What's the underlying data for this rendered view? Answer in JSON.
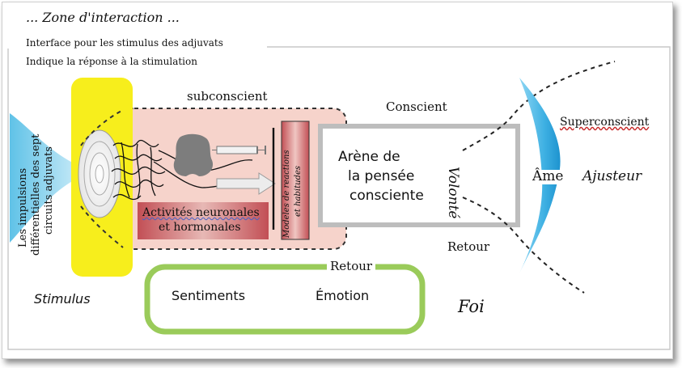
{
  "zone": {
    "title": "... Zone d'interaction ...",
    "line1": "Interface pour les stimulus des adjuvats",
    "line2": "Indique la réponse à la stimulation"
  },
  "labels": {
    "subconscient": "subconscient",
    "conscient": "Conscient",
    "superconscient": "Superconscient",
    "arene_line1": "Arène de",
    "arene_line2": "la pensée",
    "arene_line3": "consciente",
    "volonte": "Volonté",
    "ame": "Âme",
    "ajusteur": "Ajusteur",
    "retour_right": "Retour",
    "retour_bottom": "Retour",
    "activites_line1": "Activités neuronales",
    "activites_line2": "et hormonales",
    "modeles_line1": "Modeles de reactions",
    "modeles_line2": "et habitudes",
    "impulsions_line1": "Les impulsions",
    "impulsions_line2": "différentielles des sept",
    "impulsions_line3": "circuits adjuvats",
    "stimulus": "Stimulus",
    "sentiments": "Sentiments",
    "emotion": "Émotion",
    "foi": "Foi"
  },
  "colors": {
    "stimulus_block": "#f7ee1c",
    "subconscient_fill": "#f6d3cb",
    "red_box": "#c25a5e",
    "retour_loop": "#9acb5a",
    "arena_border": "#bdbdbd",
    "ame_lens": "#3fb1e3",
    "impulse_cone": "#8fd2ea"
  }
}
